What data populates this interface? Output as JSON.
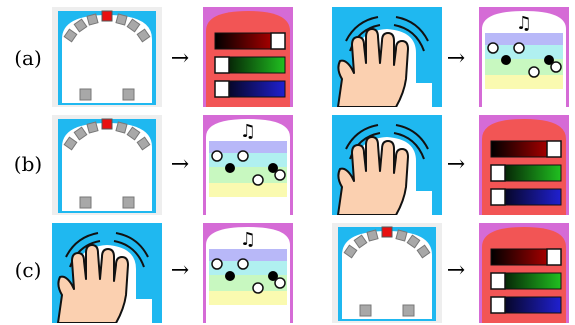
{
  "rows": [
    {
      "label": "(a)",
      "first_pair": [
        "robot",
        "sliders"
      ],
      "second_pair": [
        "hand",
        "music"
      ]
    },
    {
      "label": "(b)",
      "first_pair": [
        "robot",
        "music"
      ],
      "second_pair": [
        "hand",
        "sliders"
      ]
    },
    {
      "label": "(c)",
      "first_pair": [
        "hand",
        "music"
      ],
      "second_pair": [
        "robot",
        "sliders"
      ]
    }
  ],
  "arrow_glyph": "→",
  "music_note_glyph": "♫",
  "colors": {
    "sky_blue": "#1fb8f0",
    "red_header": "#f25555",
    "magenta_header": "#d56bd6",
    "robot_red_sensor": "#e81010",
    "robot_gray_sensor": "#a8a8a8",
    "skin": "#fbd0b0",
    "slider_red": "#cc0000",
    "slider_green": "#20c020",
    "slider_blue": "#2020d0",
    "band_lavender": "#b8b8f8",
    "band_cyan": "#b0f0f0",
    "band_green": "#c8f8c0",
    "band_yellow": "#fafab0"
  },
  "icons": [
    "robot-icon",
    "hand-icon",
    "sliders-icon",
    "music-icon",
    "right-arrow-icon"
  ]
}
